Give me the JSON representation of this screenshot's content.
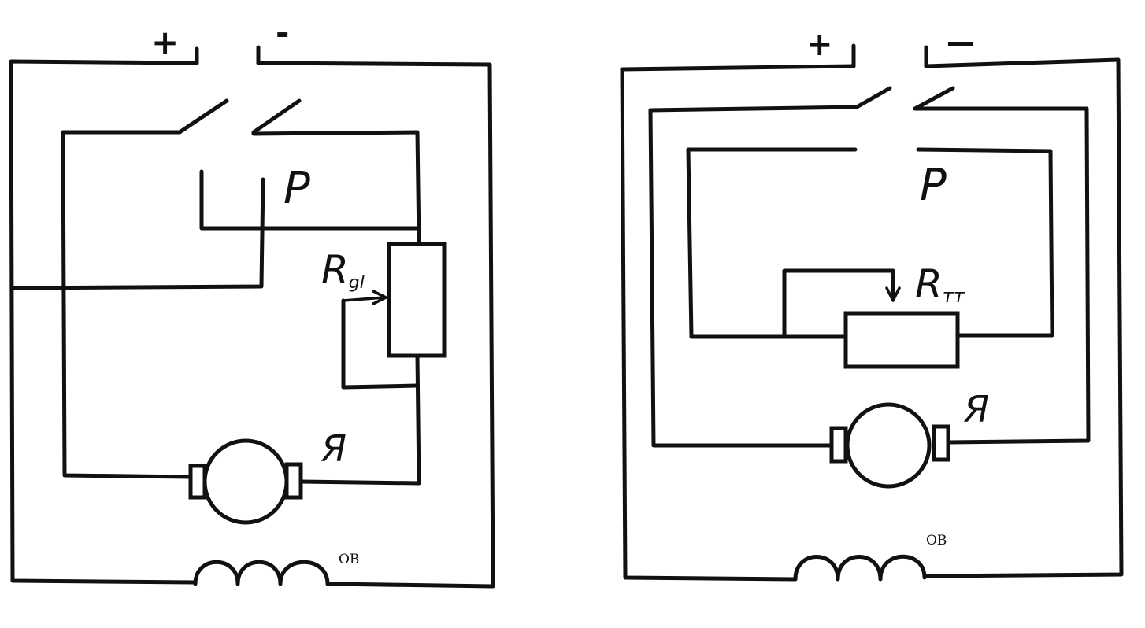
{
  "diagram_left": {
    "plus": "+",
    "minus": "-",
    "relay_label": "P",
    "resistor_label_main": "R",
    "resistor_label_sub": "gl",
    "armature_label": "Я",
    "field_label": "ОВ"
  },
  "diagram_right": {
    "plus": "+",
    "minus": "—",
    "relay_label": "P",
    "resistor_label_main": "R",
    "resistor_label_sub": "тт",
    "armature_label": "Я",
    "field_label": "ОВ"
  },
  "colors": {
    "ink": "#111111",
    "paper": "#ffffff"
  }
}
